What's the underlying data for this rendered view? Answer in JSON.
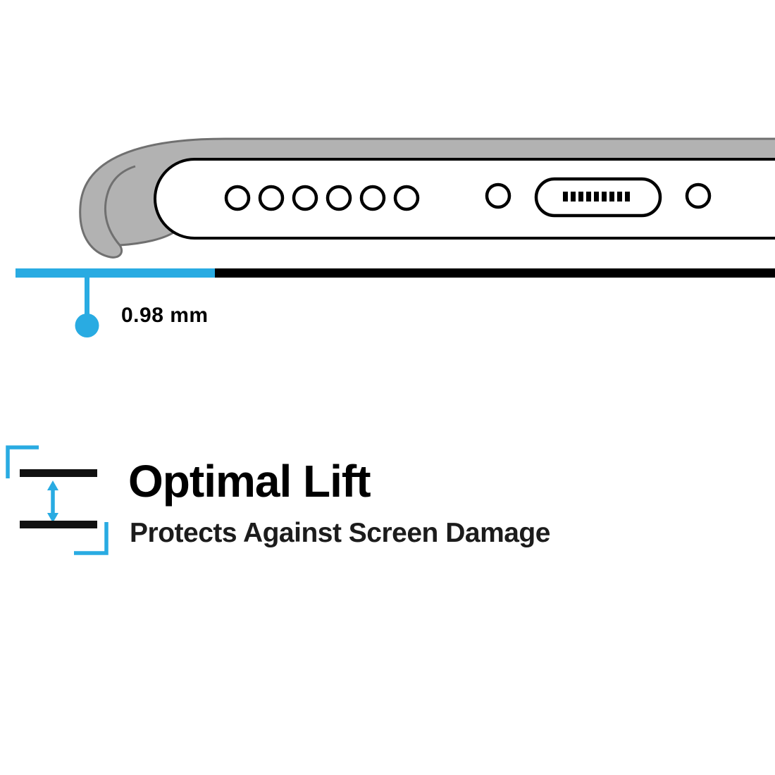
{
  "colors": {
    "accent": "#29abe2",
    "ink": "#000000",
    "case_gray": "#b2b2b2",
    "case_outline": "#707070"
  },
  "illustration": {
    "speaker_hole_count": 6,
    "screw_hole_count": 2,
    "port_name": "charging-port"
  },
  "measurement": {
    "label": "0.98 mm"
  },
  "feature": {
    "title": "Optimal Lift",
    "subtitle": "Protects Against Screen Damage"
  }
}
